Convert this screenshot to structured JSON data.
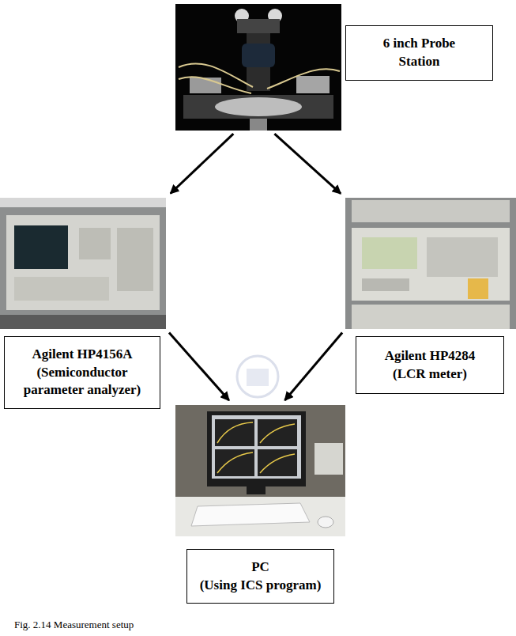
{
  "diagram": {
    "caption": "Fig. 2.14 Measurement setup",
    "nodes": [
      {
        "text": [
          "6 inch Probe Station"
        ]
      },
      {
        "text": [
          "Agilent HP4156A",
          "(Semiconductor parameter analyzer)"
        ]
      },
      {
        "text": [
          "Agilent HP4284",
          "(LCR meter)"
        ]
      },
      {
        "text": [
          "PC",
          "(Using ICS program)"
        ]
      }
    ],
    "edges": [
      {
        "from": 0,
        "to": 1,
        "arrow": "to"
      },
      {
        "from": 0,
        "to": 2,
        "arrow": "to"
      },
      {
        "from": 1,
        "to": 3,
        "arrow": "to"
      },
      {
        "from": 2,
        "to": 3,
        "arrow": "to"
      }
    ]
  }
}
